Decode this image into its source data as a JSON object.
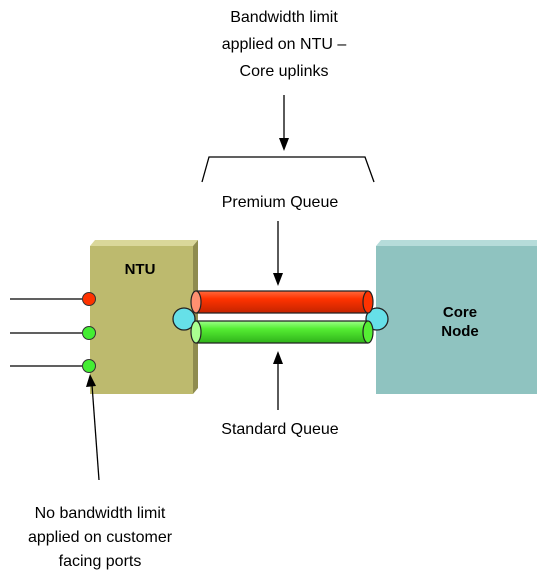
{
  "labels": {
    "bandwidth_top_line1": "Bandwidth limit",
    "bandwidth_top_line2": "applied on NTU –",
    "bandwidth_top_line3": "Core uplinks",
    "premium_queue": "Premium Queue",
    "standard_queue": "Standard Queue",
    "ntu": "NTU",
    "core_line1": "Core",
    "core_line2": "Node",
    "bottom_line1": "No bandwidth limit",
    "bottom_line2": "applied on customer",
    "bottom_line3": "facing ports"
  },
  "colors": {
    "ntu_box": "#bdba6e",
    "core_box": "#8fc3c0",
    "premium_pipe": "#ff3300",
    "standard_pipe": "#55ee33",
    "port_red": "#ff3300",
    "port_green": "#44ee33",
    "connector": "#66e0e8"
  }
}
